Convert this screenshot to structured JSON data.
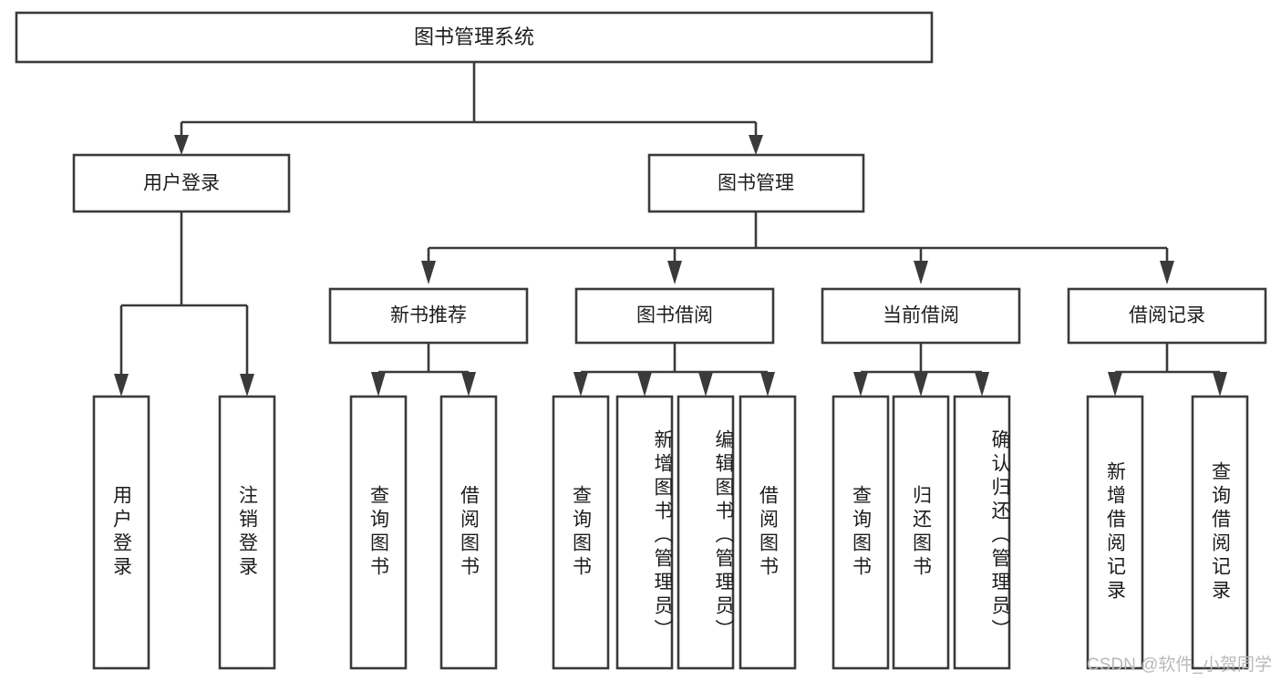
{
  "diagram": {
    "title_node": {
      "label": "图书管理系统"
    },
    "level1": [
      {
        "id": "user-login",
        "label": "用户登录"
      },
      {
        "id": "book-management",
        "label": "图书管理"
      }
    ],
    "level2": [
      {
        "id": "new-book-recommend",
        "label": "新书推荐"
      },
      {
        "id": "book-borrow",
        "label": "图书借阅"
      },
      {
        "id": "current-borrow",
        "label": "当前借阅"
      },
      {
        "id": "borrow-record",
        "label": "借阅记录"
      }
    ],
    "leaves": [
      {
        "id": "leaf-user-login",
        "parent": "user-login",
        "label": "用户登录"
      },
      {
        "id": "leaf-logout-login",
        "parent": "user-login",
        "label": "注销登录"
      },
      {
        "id": "leaf-query-book-1",
        "parent": "new-book-recommend",
        "label": "查询图书"
      },
      {
        "id": "leaf-borrow-book-1",
        "parent": "new-book-recommend",
        "label": "借阅图书"
      },
      {
        "id": "leaf-query-book-2",
        "parent": "book-borrow",
        "label": "查询图书"
      },
      {
        "id": "leaf-add-book",
        "parent": "book-borrow",
        "label": "新增图书（管理员）"
      },
      {
        "id": "leaf-edit-book",
        "parent": "book-borrow",
        "label": "编辑图书（管理员）"
      },
      {
        "id": "leaf-borrow-book-2",
        "parent": "book-borrow",
        "label": "借阅图书"
      },
      {
        "id": "leaf-query-book-3",
        "parent": "current-borrow",
        "label": "查询图书"
      },
      {
        "id": "leaf-return-book",
        "parent": "current-borrow",
        "label": "归还图书"
      },
      {
        "id": "leaf-confirm-return",
        "parent": "current-borrow",
        "label": "确认归还（管理员）"
      },
      {
        "id": "leaf-add-record",
        "parent": "borrow-record",
        "label": "新增借阅记录"
      },
      {
        "id": "leaf-query-record",
        "parent": "borrow-record",
        "label": "查询借阅记录"
      }
    ]
  },
  "watermark": {
    "text": "CSDN @软件_小贺同学"
  },
  "colors": {
    "stroke": "#3a3a3a",
    "box_fill": "#ffffff",
    "text": "#1c1c1c",
    "background": "#ffffff",
    "watermark": "#b9b9b9"
  }
}
